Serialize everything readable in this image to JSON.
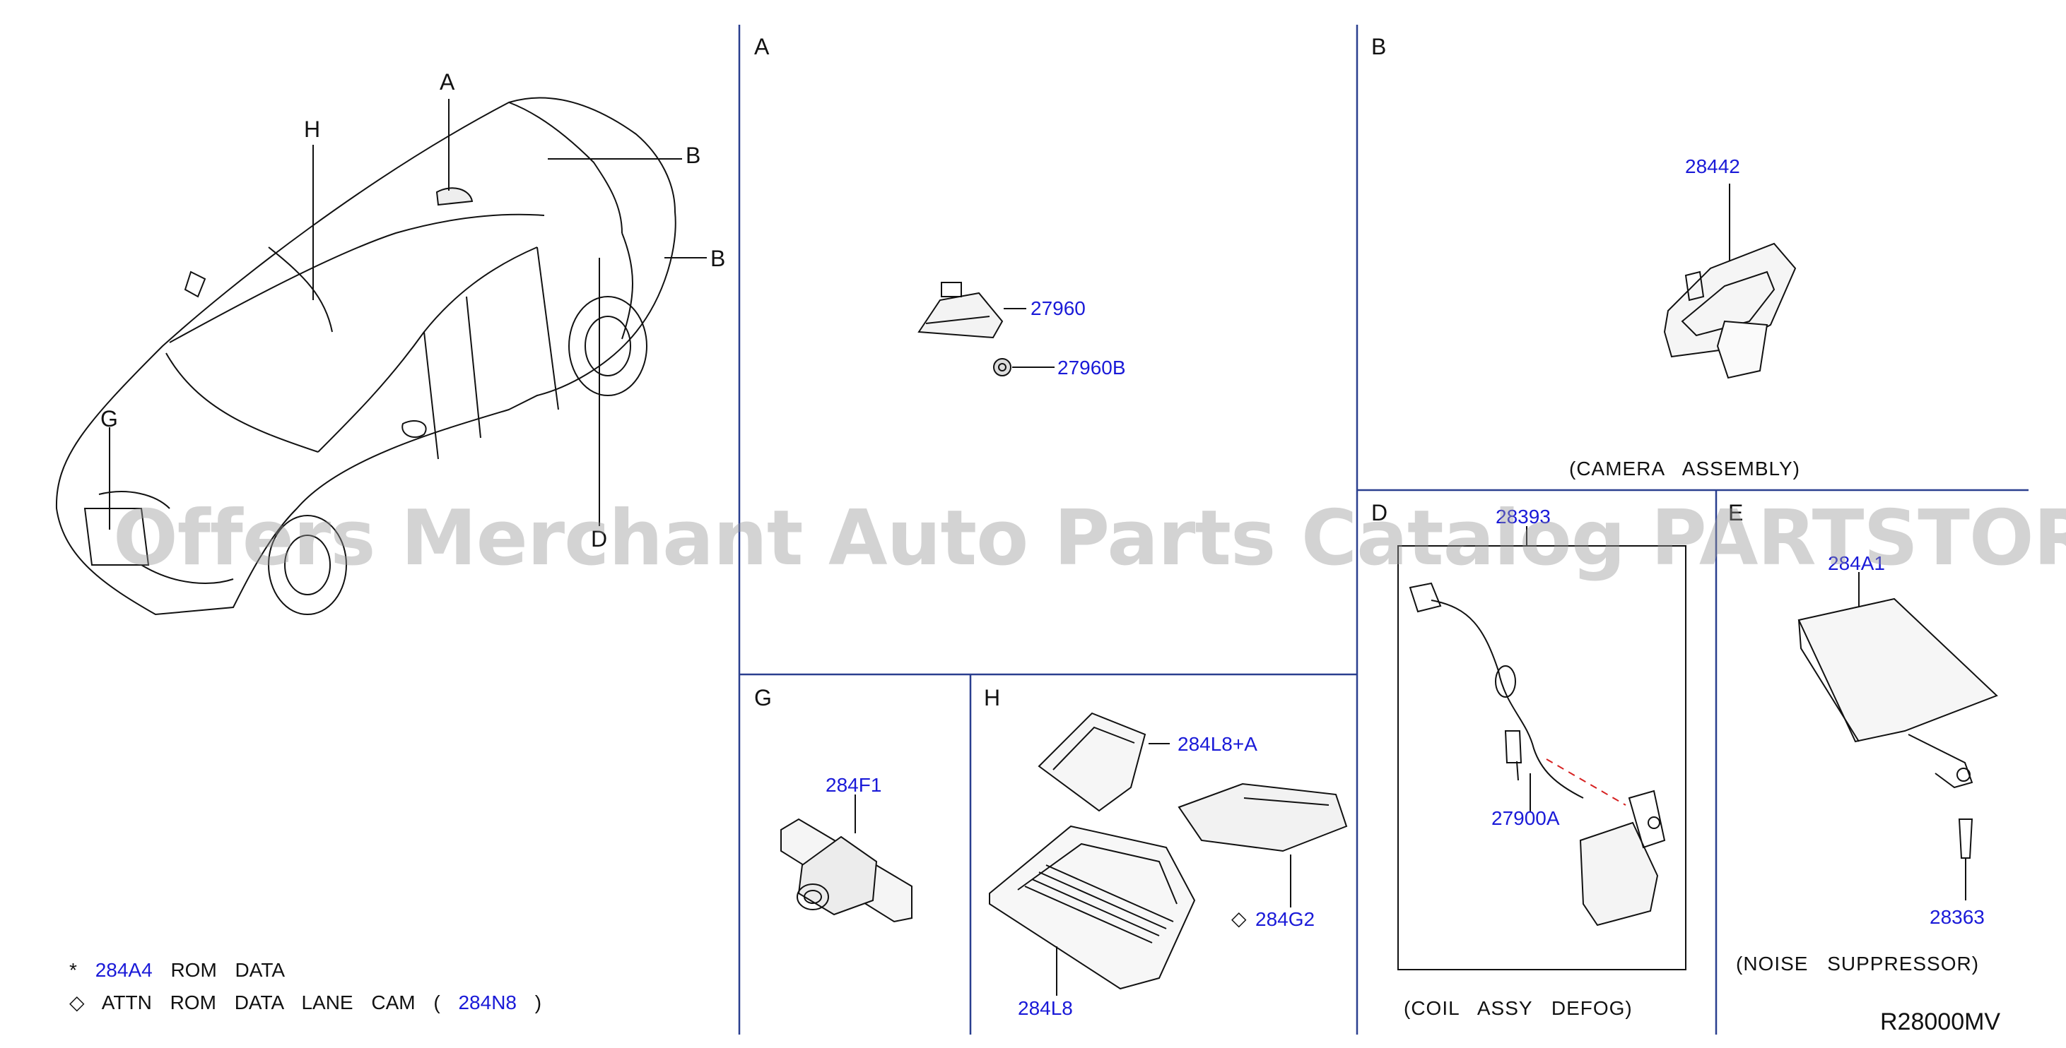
{
  "sections": {
    "A": "A",
    "B": "B",
    "D": "D",
    "E": "E",
    "G": "G",
    "H": "H"
  },
  "car_callouts": {
    "A": "A",
    "H": "H",
    "B1": "B",
    "B2": "B",
    "G": "G",
    "D": "D"
  },
  "parts": {
    "p27960": "27960",
    "p27960B": "27960B",
    "p28442": "28442",
    "p28393": "28393",
    "p27900A": "27900A",
    "p284A1": "284A1",
    "p28363": "28363",
    "p284F1": "284F1",
    "p284L8A": "284L8+A",
    "p284G2": "284G2",
    "p284L8": "284L8"
  },
  "captions": {
    "camera": "(CAMERA ASSEMBLY)",
    "coil": "(COIL ASSY DEFOG)",
    "noise": "(NOISE SUPPRESSOR)"
  },
  "notes": {
    "rom_mark": "*",
    "rom_code": "284A4",
    "rom_text": "ROM DATA",
    "attn_mark": "◇",
    "attn_text": "ATTN ROM DATA LANE CAM (",
    "attn_code": "284N8",
    "attn_close": ")"
  },
  "g2_mark": "◇",
  "drawing_code": "R28000MV",
  "watermark": "Offers Merchant Auto Parts Catalog PARTSTORE.SA",
  "colors": {
    "part_link": "#1a1ad8",
    "line": "#111111",
    "leader_red": "#d62020"
  }
}
